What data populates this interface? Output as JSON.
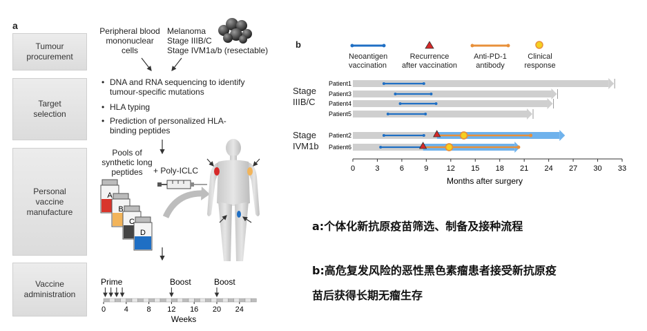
{
  "panel_a": {
    "label": "a",
    "stages": [
      "Tumour\nprocurement",
      "Target\nselection",
      "Personal\nvaccine\nmanufacture",
      "Vaccine\nadministration"
    ],
    "source_pbmc": "Peripheral blood\nmononuclear\ncells",
    "source_melanoma": "Melanoma\nStage IIIB/C\nStage IVM1a/b (resectable)",
    "steps": [
      "DNA and RNA sequencing to identify\ntumour-specific mutations",
      "HLA typing",
      "Prediction of personalized HLA-\nbinding peptides"
    ],
    "pools_label": "Pools of\nsynthetic long\npeptides",
    "adjuvant_label": "+ Poly-ICLC",
    "vials": [
      "A",
      "B",
      "C",
      "D"
    ],
    "timeline": {
      "prime": "Prime",
      "boost1": "Boost",
      "boost2": "Boost",
      "ticks": [
        "0",
        "4",
        "8",
        "12",
        "16",
        "20",
        "24"
      ],
      "axis_label": "Weeks"
    }
  },
  "panel_b": {
    "label": "b",
    "legend": [
      "Neoantigen\nvaccination",
      "Recurrence\nafter vaccination",
      "Anti-PD-1\nantibody",
      "Clinical\nresponse"
    ],
    "group1": "Stage\nIIIB/C",
    "group2": "Stage\nIVM1b",
    "colors": {
      "vaccination": "#1f6fc4",
      "recurrence": "#d62828",
      "antipd1": "#e8903a",
      "response": "#f5d020",
      "survival_bar": "#cfcfcf",
      "survival_bar_treated": "#6fb2ec"
    }
  },
  "chart_data": {
    "type": "timeline",
    "xlabel": "Months after surgery",
    "xlim": [
      0,
      33
    ],
    "xticks": [
      0,
      3,
      6,
      9,
      12,
      15,
      18,
      21,
      24,
      27,
      30,
      33
    ],
    "patients": [
      {
        "name": "Patient1",
        "group": "IIIB/C",
        "followup": 32,
        "vaccination": [
          3.8,
          8.7
        ]
      },
      {
        "name": "Patient3",
        "group": "IIIB/C",
        "followup": 25,
        "vaccination": [
          5.2,
          9.6
        ]
      },
      {
        "name": "Patient4",
        "group": "IIIB/C",
        "followup": 24.5,
        "vaccination": [
          5.8,
          10.2
        ]
      },
      {
        "name": "Patient5",
        "group": "IIIB/C",
        "followup": 22,
        "vaccination": [
          4.3,
          8.9
        ]
      },
      {
        "name": "Patient2",
        "group": "IVM1b",
        "followup": 26,
        "vaccination": [
          3.8,
          8.7
        ],
        "recurrence": 10.3,
        "antipd1": [
          10.3,
          21.8
        ],
        "response": 13.6
      },
      {
        "name": "Patient6",
        "group": "IVM1b",
        "followup": 20.5,
        "vaccination": [
          3.4,
          8.4
        ],
        "recurrence": 8.6,
        "antipd1": [
          8.6,
          20.3
        ],
        "response": 11.8
      }
    ]
  },
  "captions": {
    "a": "a:个体化新抗原疫苗筛选、制备及接种流程",
    "b_line1": "b:高危复发风险的恶性黑色素瘤患者接受新抗原疫",
    "b_line2": "苗后获得长期无瘤生存"
  }
}
